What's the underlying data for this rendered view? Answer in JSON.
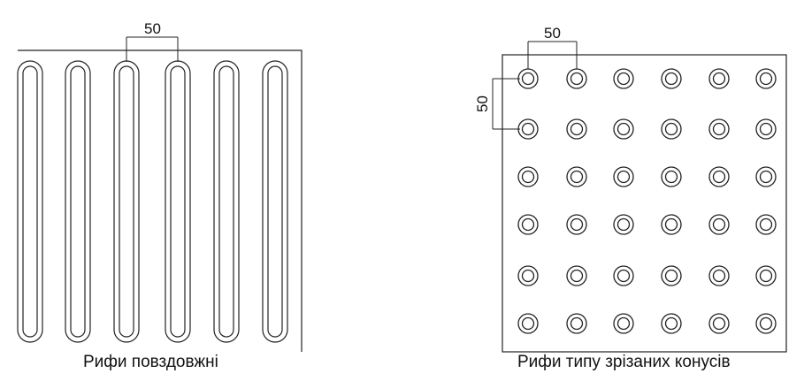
{
  "left_panel": {
    "dimension_label": "50",
    "caption": "Рифи повздовжні",
    "rib_count": 6
  },
  "right_panel": {
    "dimension_label_horizontal": "50",
    "dimension_label_vertical": "50",
    "caption": "Рифи типу зрізаних конусів",
    "grid_rows": 6,
    "grid_cols": 6
  },
  "colors": {
    "line": "#222222",
    "background": "#ffffff"
  }
}
